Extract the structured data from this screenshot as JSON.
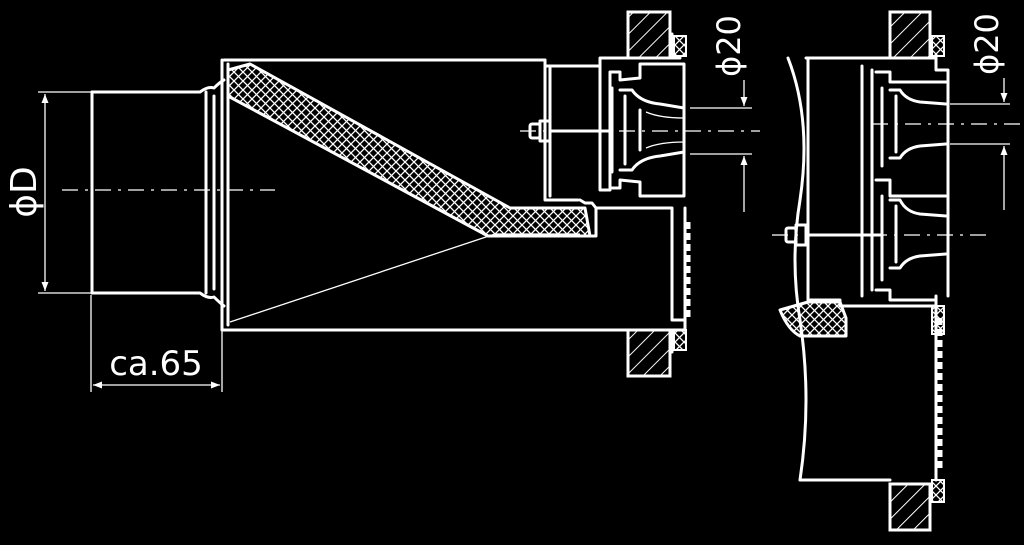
{
  "drawing": {
    "dimensions": {
      "diameter_label": "ϕD",
      "length_label": "ca.65",
      "nozzle_diameter_left": "ϕ20",
      "nozzle_diameter_right": "ϕ20"
    },
    "colors": {
      "background": "#000000",
      "line": "#ffffff"
    }
  }
}
